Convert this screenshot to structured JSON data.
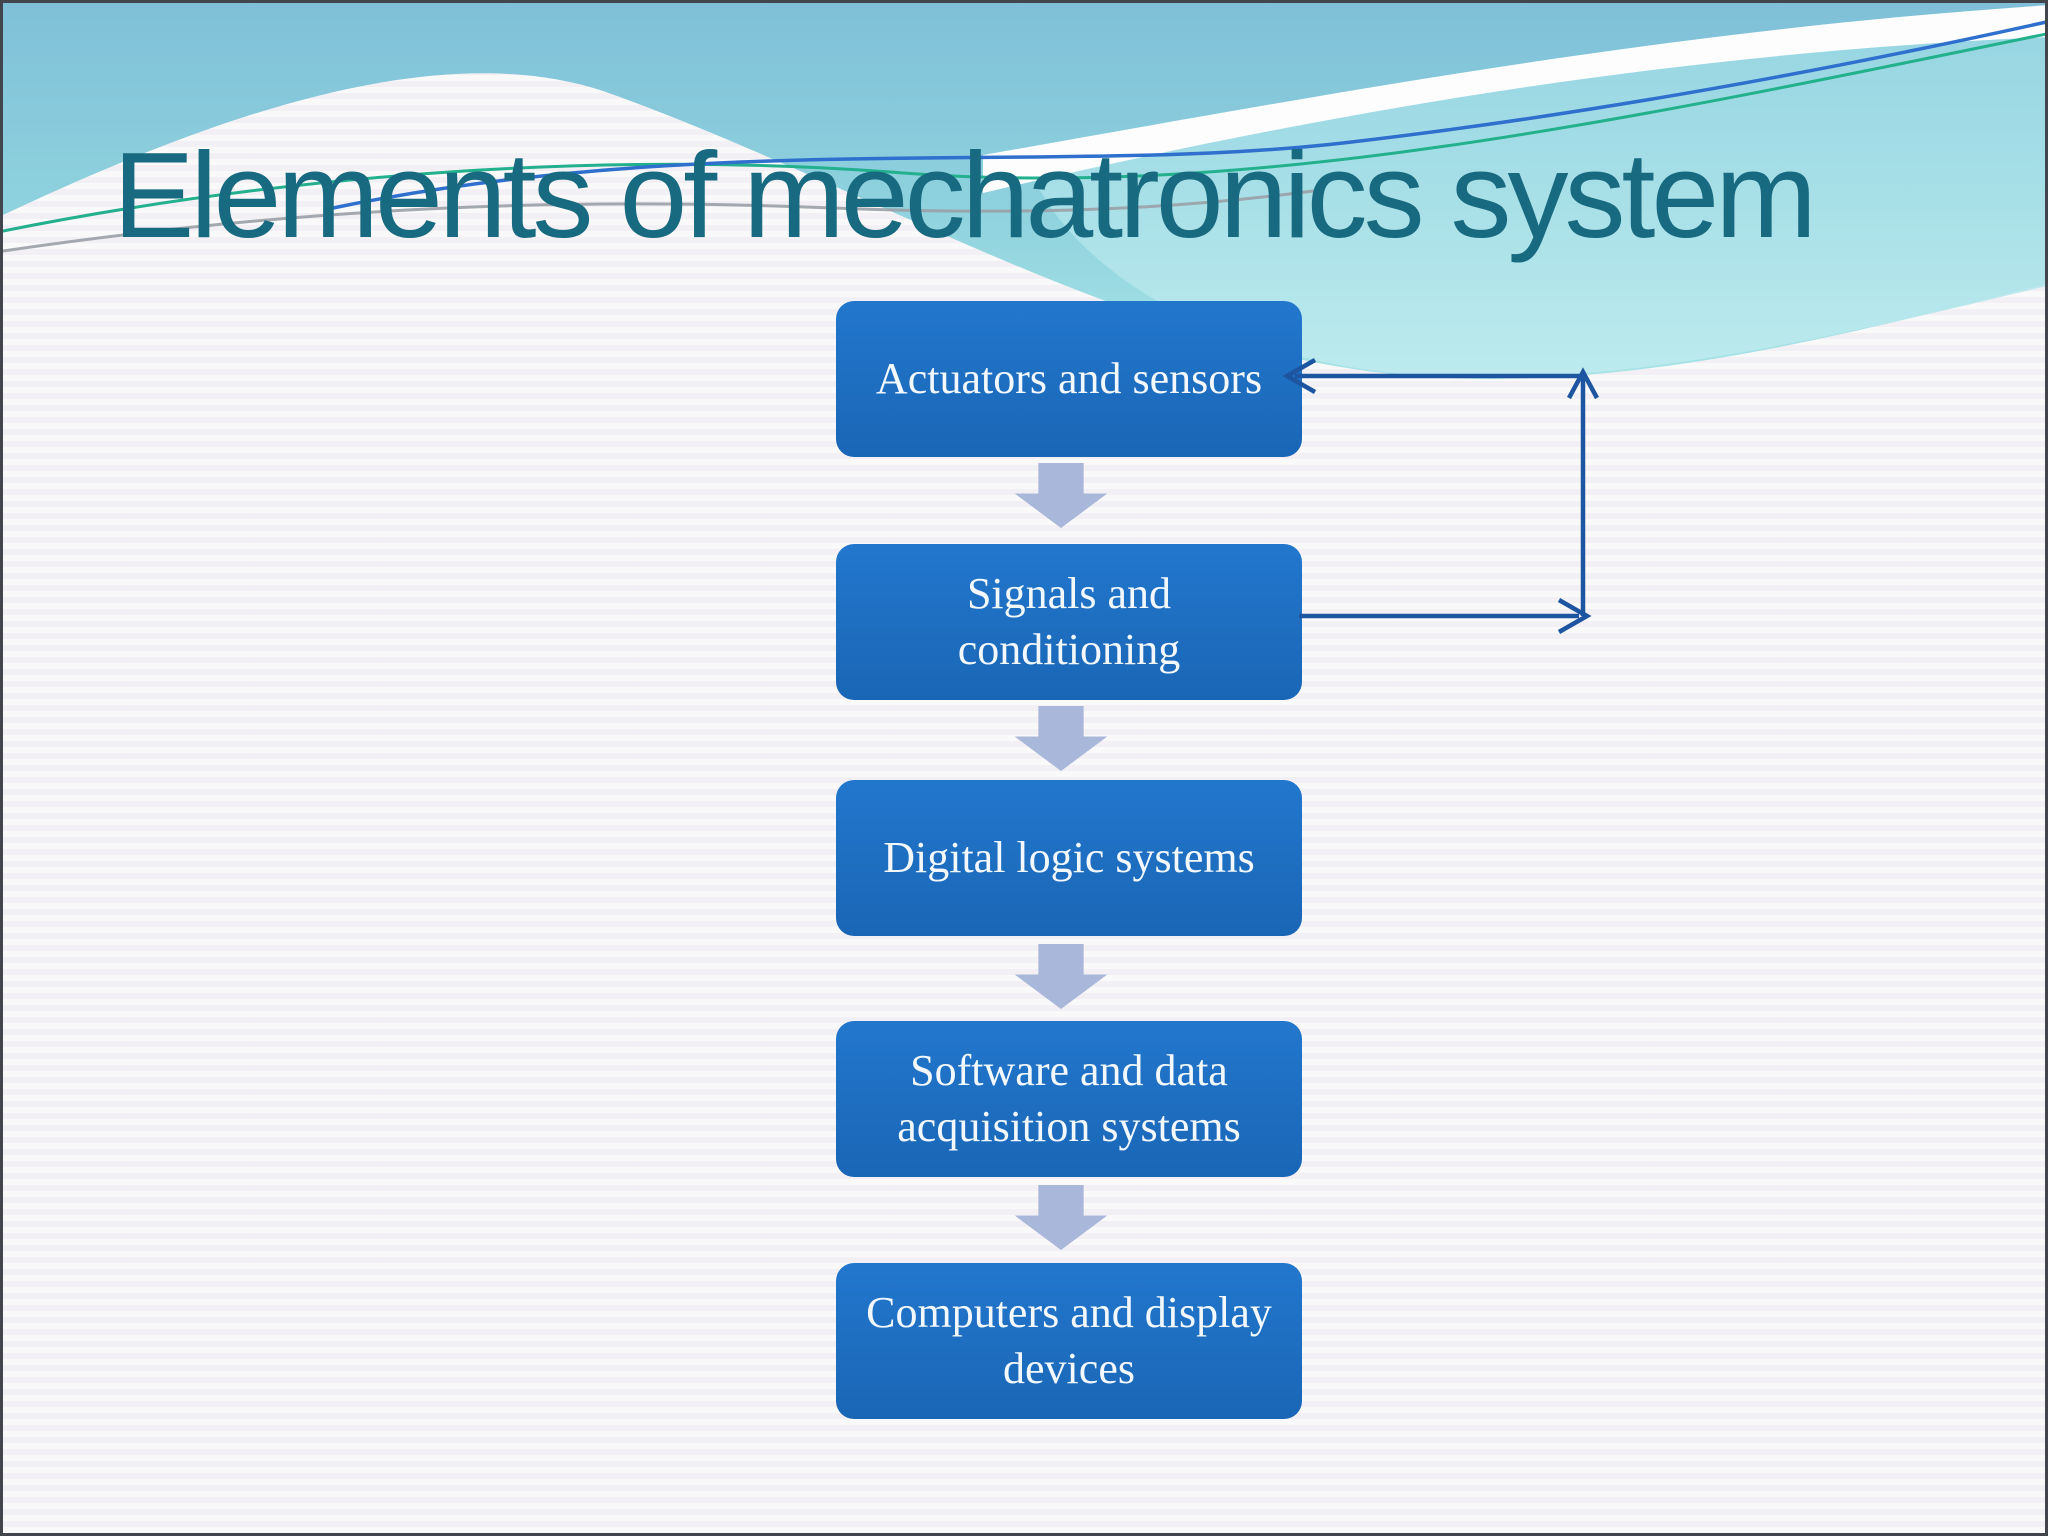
{
  "slide": {
    "title": "Elements of mechatronics system"
  },
  "colors": {
    "title": "#186a80",
    "background": "#f5f3f6",
    "box_fill_top": "#2277cd",
    "box_fill_bottom": "#1a66b6",
    "box_text": "#f2f8fd",
    "connector": "#a9b7da",
    "feedback": "#1d55a0",
    "wave_teal": "#85c9da",
    "wave_teal_light": "#b9e9ee",
    "accent_green": "#23b08d",
    "accent_blue": "#2f6fce",
    "accent_gray": "#9aa0a6"
  },
  "flowchart": {
    "boxes": [
      {
        "label": "Actuators and sensors"
      },
      {
        "label": "Signals and conditioning"
      },
      {
        "label": "Digital logic systems"
      },
      {
        "label": "Software and data acquisition systems"
      },
      {
        "label": "Computers and display devices"
      }
    ],
    "connections": [
      {
        "from": "Actuators and sensors",
        "to": "Signals and conditioning",
        "type": "down-block-arrow"
      },
      {
        "from": "Signals and conditioning",
        "to": "Digital logic systems",
        "type": "down-block-arrow"
      },
      {
        "from": "Digital logic systems",
        "to": "Software and data acquisition systems",
        "type": "down-block-arrow"
      },
      {
        "from": "Software and data acquisition systems",
        "to": "Computers and display devices",
        "type": "down-block-arrow"
      },
      {
        "from": "Signals and conditioning",
        "to": "Actuators and sensors",
        "type": "feedback-loop-right"
      }
    ]
  }
}
